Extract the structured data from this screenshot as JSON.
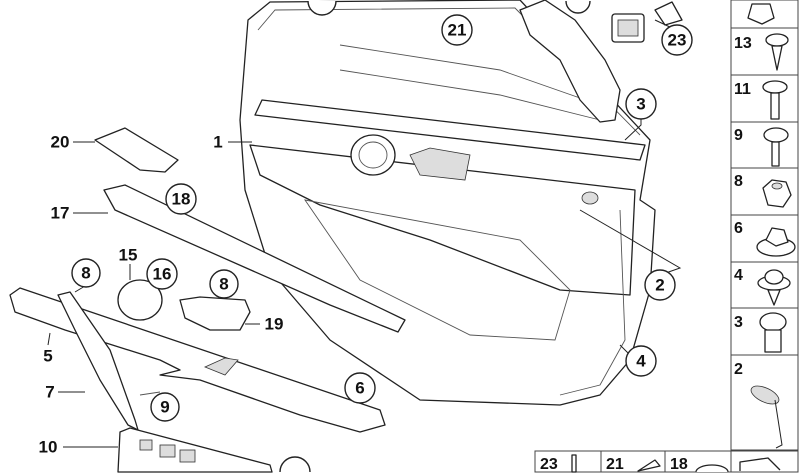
{
  "diagram": {
    "callouts": {
      "c21": "21",
      "c23": "23",
      "c3": "3",
      "c1": "1",
      "c20": "20",
      "c18": "18",
      "c17": "17",
      "c15": "15",
      "c16": "16",
      "c8a": "8",
      "c8b": "8",
      "c19": "19",
      "c5": "5",
      "c2": "2",
      "c4": "4",
      "c6": "6",
      "c7": "7",
      "c9": "9",
      "c10": "10"
    },
    "side_legend": [
      "13",
      "11",
      "9",
      "8",
      "6",
      "4",
      "3",
      "2"
    ],
    "bottom_legend": [
      "23",
      "21",
      "18"
    ]
  }
}
